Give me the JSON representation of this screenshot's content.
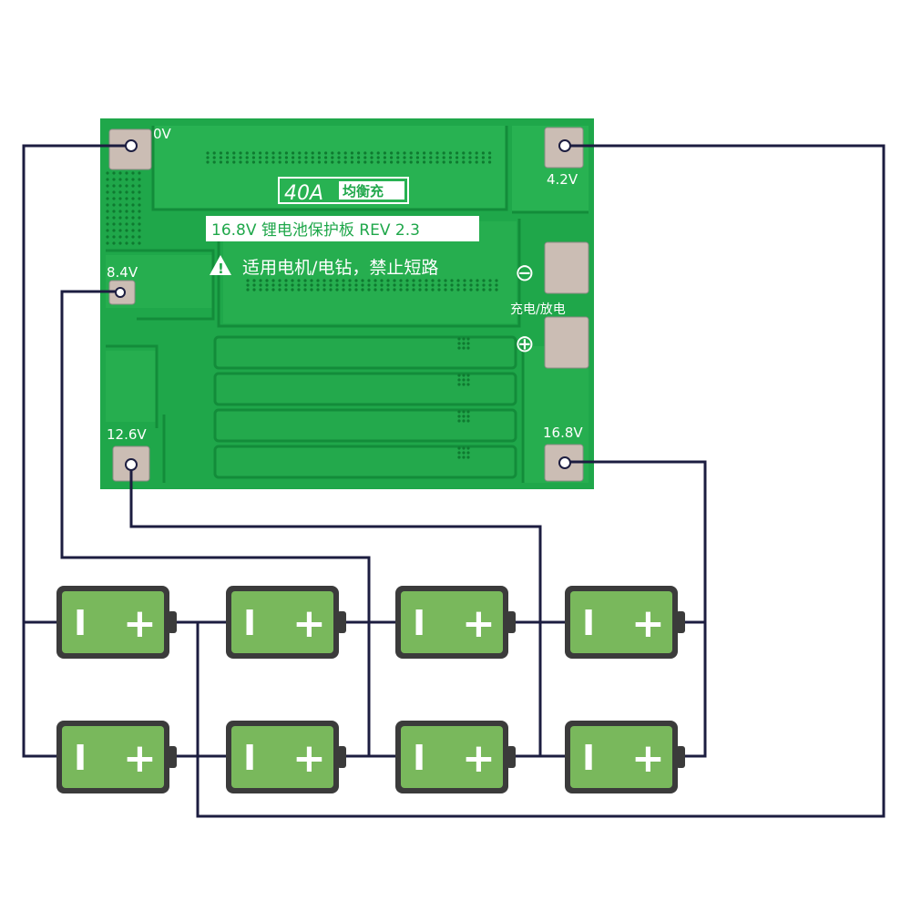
{
  "board": {
    "title_current": "40A",
    "title_type": "均衡充",
    "subtitle": "16.8V 锂电池保护板 REV 2.3",
    "warning": "适用电机/电钻，禁止短路",
    "port_label": "充电/放电",
    "minus_symbol": "⊖",
    "plus_symbol": "⊕",
    "warning_symbol": "!",
    "colors": {
      "pcb": "#1fa74a",
      "pcb_dark": "#118a36",
      "trace": "#1c9840",
      "silk": "#ffffff",
      "pad": "#c9b9b0"
    }
  },
  "taps": {
    "v0": "0V",
    "v42": "4.2V",
    "v84": "8.4V",
    "v126": "12.6V",
    "v168": "16.8V"
  },
  "cells": {
    "minus_glyph": "I",
    "plus_glyph": "+",
    "count_per_row": 4,
    "rows": 2,
    "colors": {
      "frame": "#3b3b3b",
      "body": "#79b85c"
    }
  },
  "wire_color": "#1c1d40"
}
